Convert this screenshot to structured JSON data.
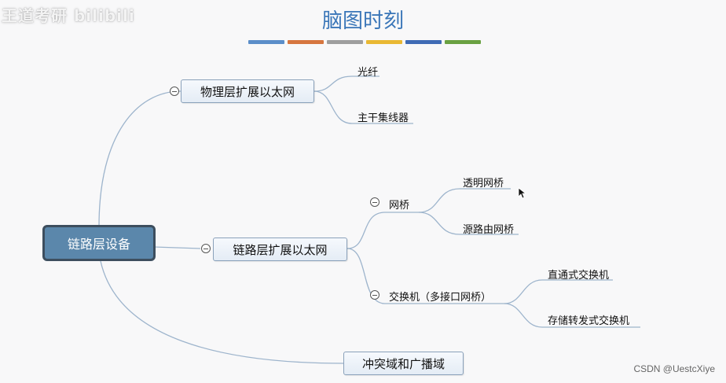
{
  "watermark": "王道考研 bilibili",
  "title": "脑图时刻",
  "color_bars": [
    "#5b8ec9",
    "#d6763f",
    "#9e9e9e",
    "#e9b833",
    "#3f6bb5",
    "#6aa142"
  ],
  "mindmap": {
    "root": "链路层设备",
    "branch_physical": {
      "label": "物理层扩展以太网",
      "children": [
        "光纤",
        "主干集线器"
      ]
    },
    "branch_datalink": {
      "label": "链路层扩展以太网",
      "bridge": {
        "label": "网桥",
        "children": [
          "透明网桥",
          "源路由网桥"
        ]
      },
      "switch": {
        "label": "交换机（多接口网桥）",
        "children": [
          "直通式交换机",
          "存储转发式交换机"
        ]
      }
    },
    "branch_domains": {
      "label": "冲突域和广播域"
    }
  },
  "credit": "CSDN @UestcXiye"
}
